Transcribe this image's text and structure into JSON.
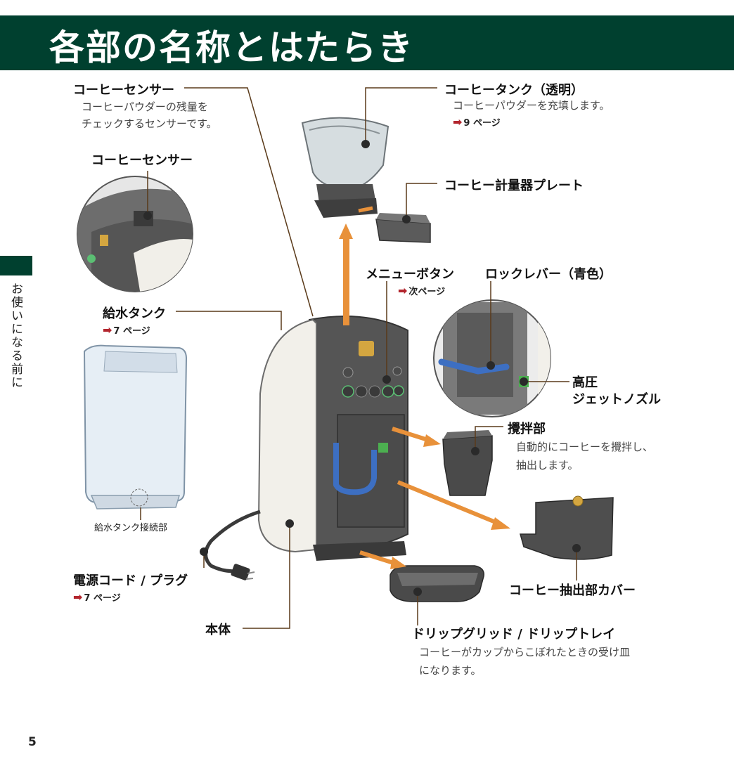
{
  "header": {
    "title": "各部の名称とはたらき"
  },
  "side_tab": {
    "text": "お使いになる前に"
  },
  "page_number": "5",
  "labels": {
    "sensor_top": {
      "title": "コーヒーセンサー",
      "desc": [
        "コーヒーパウダーの残量を",
        "チェックするセンサーです。"
      ]
    },
    "sensor_detail": {
      "title": "コーヒーセンサー"
    },
    "tank": {
      "title": "コーヒータンク（透明）",
      "desc": "コーヒーパウダーを充填します。",
      "ref": "9 ページ"
    },
    "measure_plate": {
      "title": "コーヒー計量器プレート"
    },
    "menu_button": {
      "title": "メニューボタン",
      "ref": "次ページ"
    },
    "lock_lever": {
      "title": "ロックレバー（青色）"
    },
    "water_tank": {
      "title": "給水タンク",
      "ref": "7 ページ",
      "connector": "給水タンク接続部"
    },
    "nozzle": {
      "title_line1": "高圧",
      "title_line2": "ジェットノズル"
    },
    "stirrer": {
      "title": "攪拌部",
      "desc": [
        "自動的にコーヒーを攪拌し、",
        "抽出します。"
      ]
    },
    "power": {
      "title": "電源コード / プラグ",
      "ref": "7 ページ"
    },
    "cover": {
      "title": "コーヒー抽出部カバー"
    },
    "body": {
      "title": "本体"
    },
    "drip": {
      "title": "ドリップグリッド / ドリップトレイ",
      "desc": [
        "コーヒーがカップからこぼれたときの受け皿",
        "になります。"
      ]
    }
  },
  "colors": {
    "header_bg": "#00402f",
    "arrow": "#e8913a",
    "ref_arrow": "#b3262e",
    "leader": "#5a3a1a",
    "lever": "#3d6fc2",
    "nozzle": "#4caf50"
  }
}
